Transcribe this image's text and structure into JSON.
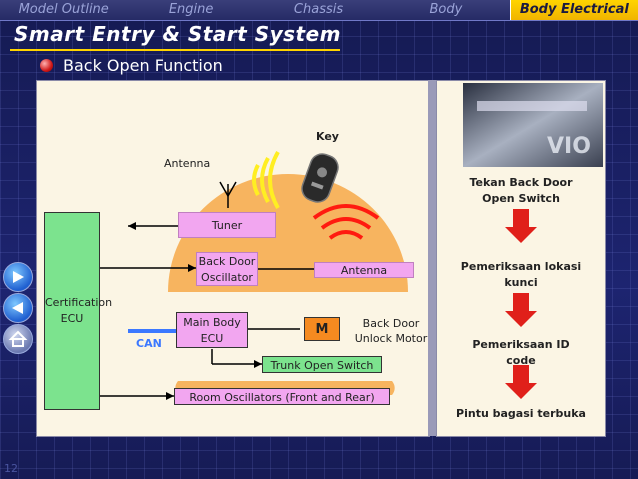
{
  "nav": {
    "tabs": [
      {
        "label": "Model Outline",
        "active": false
      },
      {
        "label": "Engine",
        "active": false
      },
      {
        "label": "Chassis",
        "active": false
      },
      {
        "label": "Body",
        "active": false
      },
      {
        "label": "Body Electrical",
        "active": true
      }
    ]
  },
  "slide": {
    "title": "Smart Entry & Start System",
    "subtitle": "Back Open Function",
    "page_number": "12"
  },
  "diagram": {
    "key": "Key",
    "antenna_top": "Antenna",
    "tuner": "Tuner",
    "back_door_osc_line1": "Back Door",
    "back_door_osc_line2": "Oscillator",
    "antenna_box": "Antenna",
    "cert_ecu_line1": "Certification",
    "cert_ecu_line2": "ECU",
    "main_body_line1": "Main Body",
    "main_body_line2": "ECU",
    "motor_symbol": "M",
    "motor_line1": "Back Door",
    "motor_line2": "Unlock Motor",
    "can": "CAN",
    "trunk_switch": "Trunk Open Switch",
    "room_osc": "Room Oscillators (Front and Rear)"
  },
  "flow": {
    "step1_line1": "Tekan Back Door",
    "step1_line2": "Open Switch",
    "step2_line1": "Pemeriksaan lokasi",
    "step2_line2": "kunci",
    "step3_line1": "Pemeriksaan ID",
    "step3_line2": "code",
    "step4": "Pintu bagasi terbuka"
  },
  "colors": {
    "accent": "#ffd400",
    "box_pink": "#f2a6f0",
    "box_green": "#7ce38e",
    "arc_orange": "#f7b45f",
    "arrow_red": "#e0201a",
    "can_blue": "#3b78ff"
  }
}
